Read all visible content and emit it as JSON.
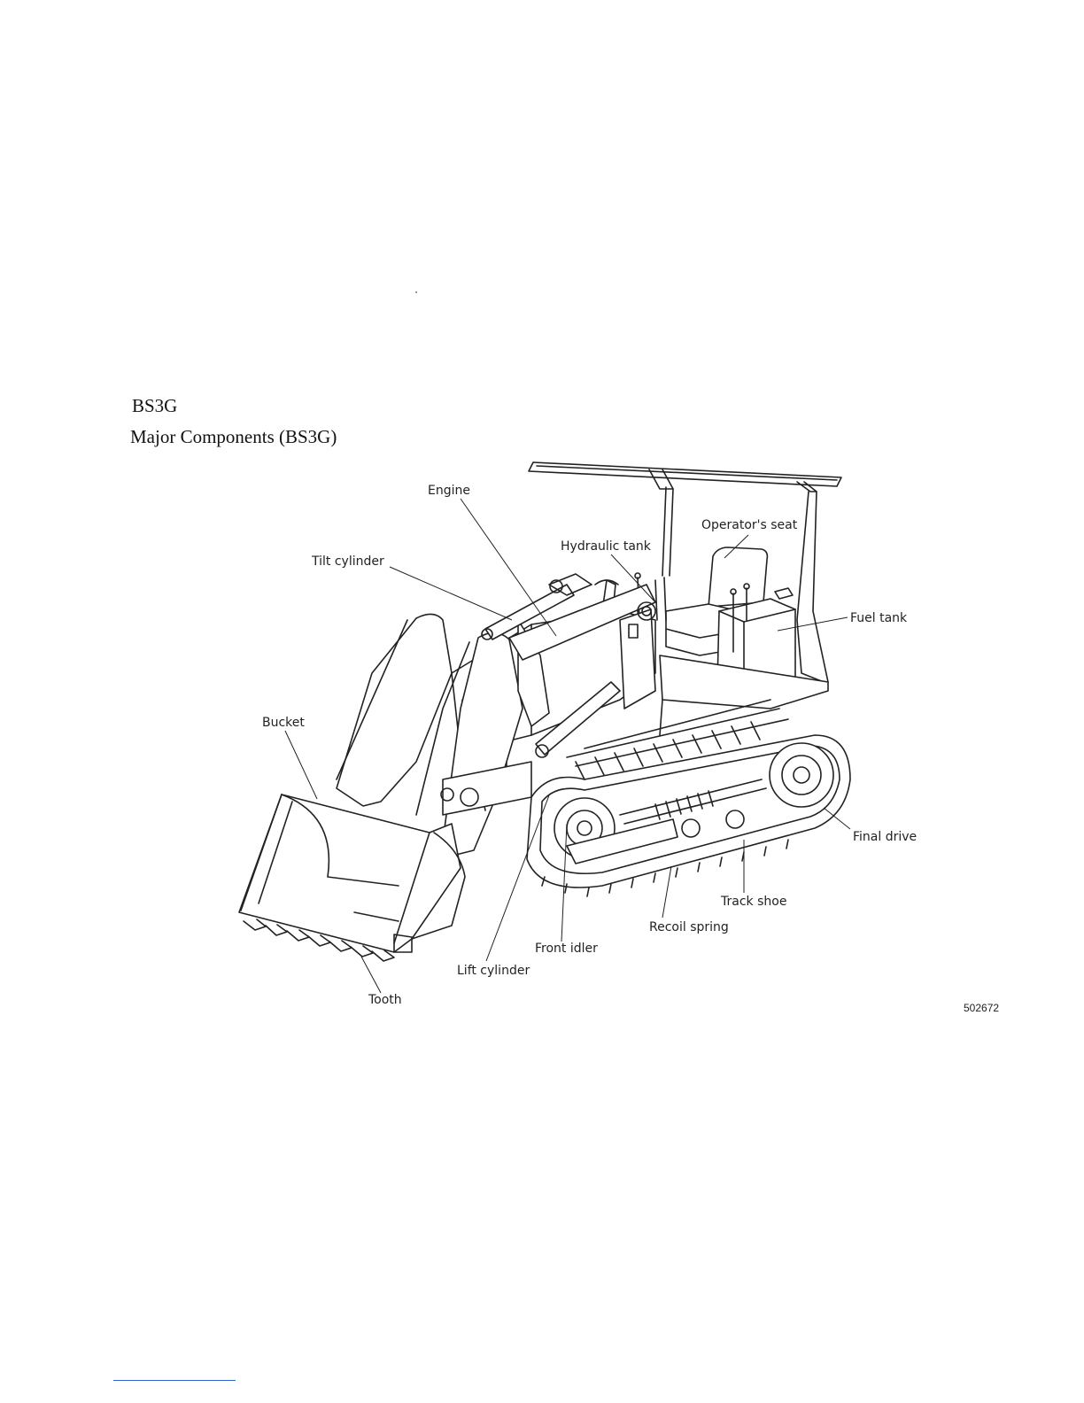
{
  "heading": "BS3G",
  "title": "Major Components (BS3G)",
  "figure_number": "502672",
  "labels": {
    "engine": "Engine",
    "operators_seat": "Operator's seat",
    "hydraulic_tank": "Hydraulic tank",
    "tilt_cylinder": "Tilt cylinder",
    "fuel_tank": "Fuel tank",
    "bucket": "Bucket",
    "final_drive": "Final drive",
    "track_shoe": "Track shoe",
    "recoil_spring": "Recoil spring",
    "front_idler": "Front idler",
    "lift_cylinder": "Lift cylinder",
    "tooth": "Tooth"
  }
}
